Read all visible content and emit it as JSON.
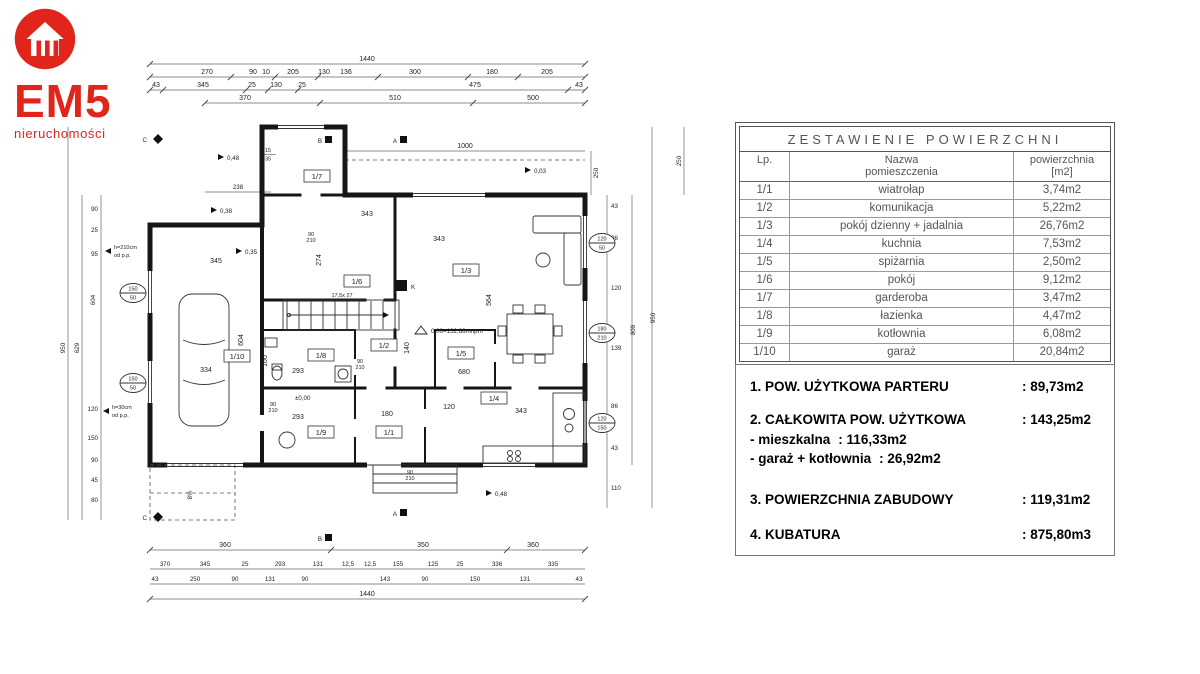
{
  "logo": {
    "name": "EM5",
    "tagline": "nieruchomości",
    "accent": "#e1251b"
  },
  "table": {
    "title": "ZESTAWIENIE POWIERZCHNI",
    "col_lp": "Lp.",
    "col_name_1": "Nazwa",
    "col_name_2": "pomieszczenia",
    "col_area_1": "powierzchnia",
    "col_area_2": "[m2]",
    "rows": [
      {
        "lp": "1/1",
        "name": "wiatrołap",
        "area": "3,74m2"
      },
      {
        "lp": "1/2",
        "name": "komunikacja",
        "area": "5,22m2"
      },
      {
        "lp": "1/3",
        "name": "pokój dzienny + jadalnia",
        "area": "26,76m2"
      },
      {
        "lp": "1/4",
        "name": "kuchnia",
        "area": "7,53m2"
      },
      {
        "lp": "1/5",
        "name": "spiżarnia",
        "area": "2,50m2"
      },
      {
        "lp": "1/6",
        "name": "pokój",
        "area": "9,12m2"
      },
      {
        "lp": "1/7",
        "name": "garderoba",
        "area": "3,47m2"
      },
      {
        "lp": "1/8",
        "name": "łazienka",
        "area": "4,47m2"
      },
      {
        "lp": "1/9",
        "name": "kotłownia",
        "area": "6,08m2"
      },
      {
        "lp": "1/10",
        "name": "garaż",
        "area": "20,84m2"
      }
    ]
  },
  "summary": {
    "items": [
      {
        "label": "1. POW. UŻYTKOWA PARTERU",
        "value": ": 89,73m2"
      },
      {
        "label": "2. CAŁKOWITA POW. UŻYTKOWA",
        "value": ": 143,25m2"
      },
      {
        "label": "- mieszkalna",
        "value": ": 116,33m2"
      },
      {
        "label": "- garaż + kotłownia",
        "value": ": 26,92m2"
      },
      {
        "label": "3. POWIERZCHNIA ZABUDOWY",
        "value": ": 119,31m2"
      },
      {
        "label": "4. KUBATURA",
        "value": ": 875,80m3"
      }
    ]
  },
  "plan": {
    "top1": "1440",
    "top2": [
      "270",
      "90",
      "10",
      "205",
      "130",
      "136",
      "300",
      "180",
      "205"
    ],
    "top3": [
      "43",
      "345",
      "25",
      "130",
      "25",
      "475",
      "43"
    ],
    "top4": [
      "370",
      "510",
      "500"
    ],
    "misc": {
      "d238": "238",
      "d1000": "1000",
      "d250a": "250",
      "d250b": "250",
      "s15": "15",
      "s35": "35"
    },
    "right_chain": [
      "43",
      "86",
      "120",
      "139",
      "86",
      "43",
      "110"
    ],
    "right_totals": [
      "809",
      "950"
    ],
    "left_chain": [
      "90",
      "25",
      "95",
      "604",
      "120",
      "150",
      "90",
      "45",
      "80"
    ],
    "left_totals": [
      "629",
      "950"
    ],
    "bottom1": [
      "360",
      "350",
      "360"
    ],
    "bottom2": [
      "370",
      "345",
      "25",
      "293",
      "131",
      "12,5",
      "12,5",
      "155",
      "125",
      "25",
      "336",
      "335"
    ],
    "bottom3": [
      "43",
      "250",
      "90",
      "131",
      "90",
      "143",
      "90",
      "150",
      "131",
      "43"
    ],
    "bottom4": "1440",
    "rooms": [
      "1/1",
      "1/2",
      "1/3",
      "1/4",
      "1/5",
      "1/6",
      "1/7",
      "1/8",
      "1/9",
      "1/10"
    ],
    "levels": {
      "a": "0,48",
      "b": "0,38",
      "c": "0,35",
      "d": "0,03",
      "e": "0,48",
      "f": "±0,00",
      "g": "0,00=132,88mnpm"
    },
    "interior": [
      "343",
      "274",
      "343",
      "564",
      "680",
      "334",
      "604",
      "345",
      "160",
      "293",
      "293",
      "180",
      "120",
      "343",
      "140"
    ],
    "door": {
      "t": "90",
      "b": "210"
    },
    "windows": [
      {
        "t": "150",
        "b": "50"
      },
      {
        "t": "150",
        "b": "50"
      },
      {
        "t": "120",
        "b": "50"
      },
      {
        "t": "180",
        "b": "210"
      },
      {
        "t": "120",
        "b": "150"
      }
    ],
    "notes": {
      "slope": "8%",
      "stairs": "17,5x 27",
      "fireplace": "K",
      "h1": "h=210cm",
      "h1b": "od p.p.",
      "h2": "h=30cm",
      "h2b": "od p.p."
    },
    "sections": {
      "a": "A",
      "b": "B",
      "c": "C"
    }
  }
}
